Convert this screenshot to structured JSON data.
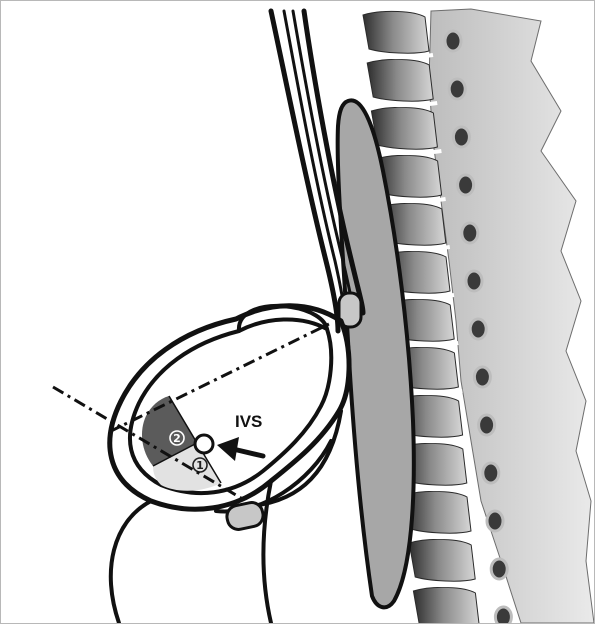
{
  "annotation": {
    "label": "IVS"
  },
  "regions": [
    {
      "id": "region-1",
      "label": "1",
      "fill": "#e2e2e2"
    },
    {
      "id": "region-2",
      "label": "2",
      "fill": "#5b5b5b"
    }
  ],
  "colors": {
    "outline": "#111111",
    "soft_tissue": "#a7a7a7",
    "bone_light": "#dcdcdc",
    "bone_mid": "#9a9a9a",
    "bone_dark": "#3d3d3d"
  }
}
